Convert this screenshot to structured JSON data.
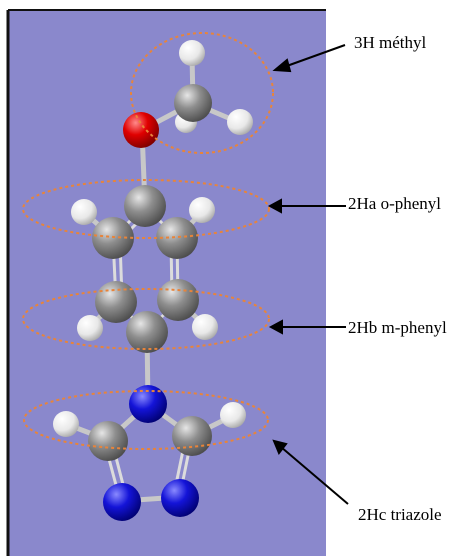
{
  "labels": {
    "methyl": "3H méthyl",
    "o_phenyl": "2Ha o-phenyl",
    "m_phenyl": "2Hb m-phenyl",
    "triazole": "2Hc triazole"
  },
  "colors": {
    "background_panel": "#8a88cc",
    "carbon": "#8d8d8d",
    "hydrogen": "#f2f2f2",
    "oxygen": "#e00000",
    "nitrogen": "#1010d0",
    "highlight_ellipse": "#e8843a"
  }
}
